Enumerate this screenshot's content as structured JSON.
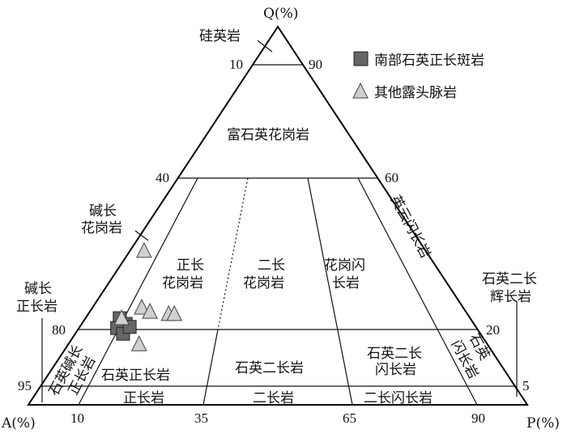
{
  "apex_labels": {
    "q": "Q(%)",
    "a": "A(%)",
    "p": "P(%)"
  },
  "ticks": {
    "q90_left": "10",
    "q90_right": "90",
    "q60_left": "40",
    "q60_right": "60",
    "q20_left": "80",
    "q20_right": "20",
    "q5_left": "95",
    "q5_right": "5",
    "b10": "10",
    "b35": "35",
    "b65": "65",
    "b90": "90"
  },
  "fields": {
    "quartzolite": "硅英岩",
    "qtz_rich_granitoid": "富石英花岗岩",
    "alk_granite": [
      "碱长",
      "花岗岩"
    ],
    "syenogranite": [
      "正长",
      "花岗岩"
    ],
    "monzogranite": [
      "二长",
      "花岗岩"
    ],
    "granodiorite": [
      "花岗闪",
      "长岩"
    ],
    "tonalite": "英云闪长岩",
    "qtz_alk_syenite": [
      "石英碱长",
      "正长岩"
    ],
    "qtz_syenite": "石英正长岩",
    "qtz_monzonite": "石英二长岩",
    "qtz_monzodiorite": [
      "石英二长",
      "闪长岩"
    ],
    "qtz_diorite": [
      "石英",
      "闪长岩"
    ],
    "alk_syenite": [
      "碱长",
      "正长岩"
    ],
    "qtz_monzogabbro": [
      "石英二长",
      "辉长岩"
    ],
    "syenite": "正长岩",
    "monzonite": "二长岩",
    "monzodiorite": "二长闪长岩"
  },
  "legend": [
    {
      "label": "南部石英正长斑岩",
      "marker": "square",
      "color": "#666666"
    },
    {
      "label": "其他露头脉岩",
      "marker": "triangle",
      "color": "#d0d0d0"
    }
  ],
  "samples": {
    "squares": [
      {
        "p": 0.089,
        "q": 0.229
      },
      {
        "p": 0.112,
        "q": 0.214
      },
      {
        "p": 0.096,
        "q": 0.203
      },
      {
        "p": 0.118,
        "q": 0.188
      },
      {
        "p": 0.126,
        "q": 0.206
      }
    ],
    "triangles": [
      {
        "p": 0.048,
        "q": 0.407
      },
      {
        "p": 0.133,
        "q": 0.257
      },
      {
        "p": 0.16,
        "q": 0.246
      },
      {
        "p": 0.212,
        "q": 0.24
      },
      {
        "p": 0.227,
        "q": 0.24
      },
      {
        "p": 0.094,
        "q": 0.229
      },
      {
        "p": 0.169,
        "q": 0.16
      }
    ]
  }
}
